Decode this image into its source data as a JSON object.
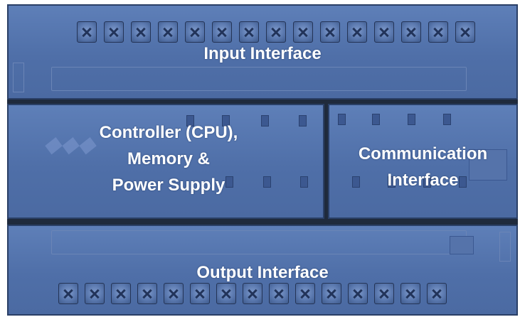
{
  "panels": {
    "input": {
      "label": "Input Interface"
    },
    "cpu": {
      "label_lines": [
        "Controller (CPU),",
        "Memory &",
        "Power Supply"
      ]
    },
    "communication": {
      "label_lines": [
        "Communication",
        "Interface"
      ]
    },
    "output": {
      "label": "Output Interface"
    }
  },
  "colors": {
    "panel_fill": "#5473ab",
    "panel_border": "#2a3f66",
    "label_text": "#ffffff",
    "gap": "#1f2a3c"
  }
}
